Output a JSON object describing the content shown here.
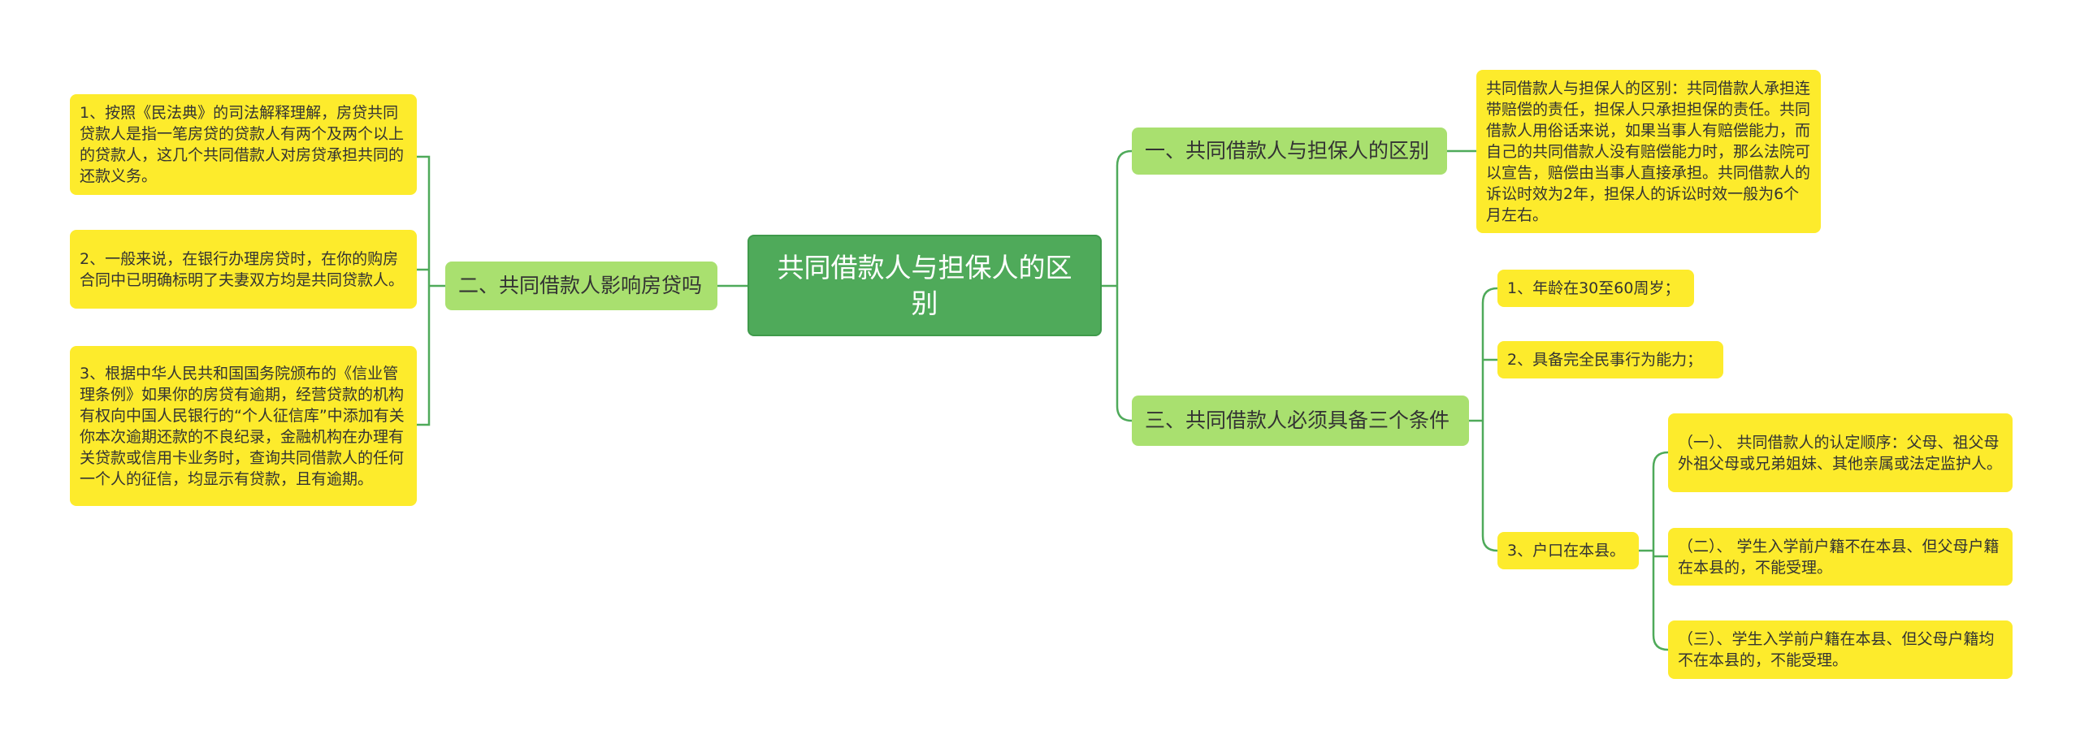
{
  "root": {
    "label": "共同借款人与担保人的区别"
  },
  "branches": {
    "left": {
      "label": "二、共同借款人影响房贷吗",
      "items": [
        "1、按照《民法典》的司法解释理解，房贷共同贷款人是指一笔房贷的贷款人有两个及两个以上的贷款人，这几个共同借款人对房贷承担共同的还款义务。",
        "2、一般来说，在银行办理房贷时，在你的购房合同中已明确标明了夫妻双方均是共同贷款人。",
        "3、根据中华人民共和国国务院颁布的《信业管理条例》如果你的房贷有逾期，经营贷款的机构有权向中国人民银行的“个人征信库”中添加有关你本次逾期还款的不良纪录，金融机构在办理有关贷款或信用卡业务时，查询共同借款人的任何一个人的征信，均显示有贷款，且有逾期。"
      ]
    },
    "right_top": {
      "label": "一、共同借款人与担保人的区别",
      "detail": "共同借款人与担保人的区别：共同借款人承担连带赔偿的责任，担保人只承担担保的责任。共同借款人用俗话来说，如果当事人有赔偿能力，而自己的共同借款人没有赔偿能力时，那么法院可以宣告，赔偿由当事人直接承担。共同借款人的诉讼时效为2年，担保人的诉讼时效一般为6个月左右。"
    },
    "right_bottom": {
      "label": "三、共同借款人必须具备三个条件",
      "conditions": [
        "1、年龄在30至60周岁；",
        "2、具备完全民事行为能力；",
        "3、户口在本县。"
      ],
      "household_details": [
        "（一）、 共同借款人的认定顺序：父母、祖父母外祖父母或兄弟姐妹、其他亲属或法定监护人。",
        "（二）、 学生入学前户籍不在本县、但父母户籍在本县的，不能受理。",
        "（三）、学生入学前户籍在本县、但父母户籍均不在本县的，不能受理。"
      ]
    }
  },
  "colors": {
    "root": "#4faa5a",
    "branch": "#a9e06f",
    "leaf": "#fdeb2c",
    "connector": "#4faa5a"
  }
}
